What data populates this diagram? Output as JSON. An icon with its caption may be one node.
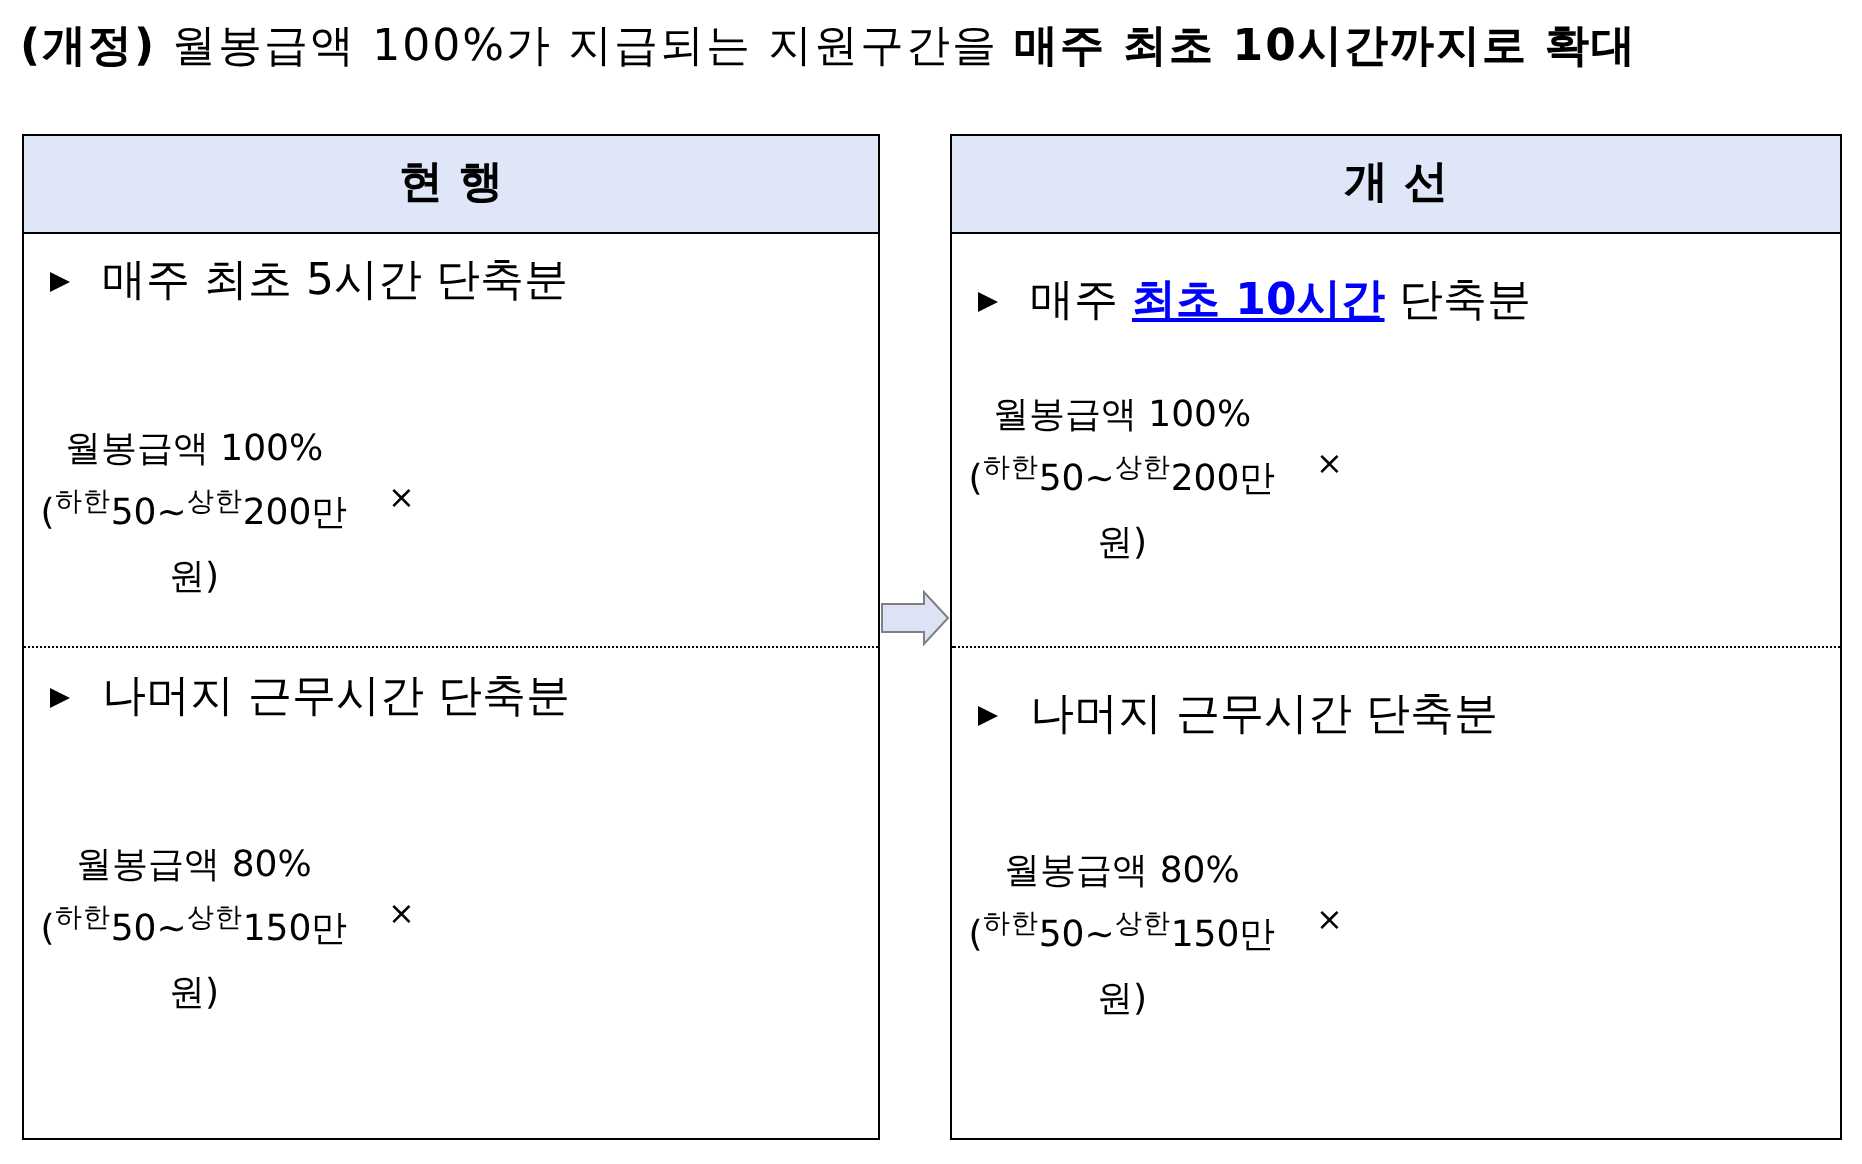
{
  "diagram": {
    "title": "**(개정)** 월봉급액 100%가 지급되는 지원구간을 **매주 최초 10시간까지로 확대**",
    "nodes": [
      {
        "text": [
          "현 행"
        ]
      },
      {
        "text": [
          "매주 최초 5시간 단축분",
          "월봉급액 100% ($^{하한}$50~$^{상한}$200만 원)",
          "×"
        ],
        "in": 0
      },
      {
        "text": [
          "나머지 근무시간 단축분",
          "월봉급액 80% ($^{하한}$50~$^{상한}$150만 원)",
          "×"
        ],
        "in": 0
      },
      {
        "text": [
          "개 선"
        ]
      },
      {
        "text": [
          "매주 **최초 10시간** 단축분",
          "월봉급액 100% ($^{하한}$50~$^{상한}$200만 원)",
          "×"
        ],
        "in": 3
      },
      {
        "text": [
          "나머지 근무시간 단축분",
          "월봉급액 80% ($^{하한}$50~$^{상한}$150만 원)",
          "×"
        ],
        "in": 3
      }
    ],
    "edges": [
      {
        "from": 0,
        "to": 3,
        "arrow": "to"
      }
    ]
  }
}
